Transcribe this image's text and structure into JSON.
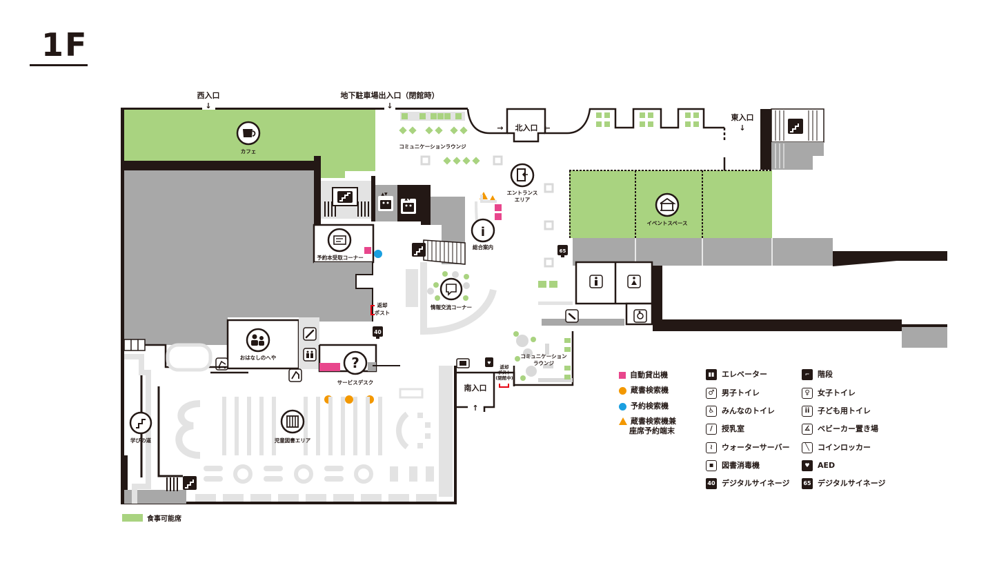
{
  "title": "1F",
  "entrances": {
    "west": "西入口",
    "parking": "地下駐車場出入口（閉館時）",
    "north": "北入口",
    "east": "東入口",
    "south": "南入口"
  },
  "areas": {
    "cafe": "カフェ",
    "community_lounge_top": "コミュニケーションラウンジ",
    "entrance_area_1": "エントランス",
    "entrance_area_2": "エリア",
    "event_space": "イベントスペース",
    "general_info": "総合案内",
    "reserved_pickup": "予約本受取コーナー",
    "info_exchange": "情報交流コーナー",
    "return_post_1": "返却",
    "return_post_2": "ポスト",
    "storytelling_room": "おはなしのへや",
    "service_desk": "サービスデスク",
    "children_books": "児童図書エリア",
    "learning_road": "学びの道",
    "community_lounge_right_1": "コミュニケーション",
    "community_lounge_right_2": "ラウンジ",
    "closed_post_1": "返却",
    "closed_post_2": "ポスト",
    "closed_post_3": "(閉館中)",
    "signage_40": "40",
    "signage_65": "65"
  },
  "legend": {
    "markers": [
      {
        "label": "自動貸出機",
        "color": "#e8468c",
        "shape": "square"
      },
      {
        "label": "蔵書検索機",
        "color": "#f39800",
        "shape": "circle"
      },
      {
        "label": "予約検索機",
        "color": "#1a9fe0",
        "shape": "circle"
      },
      {
        "label": "蔵書検索機兼",
        "label2": "座席予約端末",
        "color": "#f39800",
        "shape": "triangle"
      }
    ],
    "icons_left": [
      {
        "label": "エレベーター",
        "icon": "elevator-icon"
      },
      {
        "label": "男子トイレ",
        "icon": "mens-toilet-icon"
      },
      {
        "label": "みんなのトイレ",
        "icon": "accessible-toilet-icon"
      },
      {
        "label": "授乳室",
        "icon": "nursing-room-icon"
      },
      {
        "label": "ウォーターサーバー",
        "icon": "water-server-icon"
      },
      {
        "label": "図書消毒機",
        "icon": "book-sanitizer-icon"
      },
      {
        "label": "デジタルサイネージ",
        "icon": "digital-signage-40-icon",
        "badge": "40"
      }
    ],
    "icons_right": [
      {
        "label": "階段",
        "icon": "stairs-icon"
      },
      {
        "label": "女子トイレ",
        "icon": "womens-toilet-icon"
      },
      {
        "label": "子ども用トイレ",
        "icon": "kids-toilet-icon"
      },
      {
        "label": "ベビーカー置き場",
        "icon": "stroller-parking-icon"
      },
      {
        "label": "コインロッカー",
        "icon": "coin-locker-icon"
      },
      {
        "label": "AED",
        "icon": "aed-icon"
      },
      {
        "label": "デジタルサイネージ",
        "icon": "digital-signage-65-icon",
        "badge": "65"
      }
    ],
    "food_area": "食事可能席"
  },
  "colors": {
    "dark": "#231815",
    "wall_gray": "#a8a8a8",
    "light_gray": "#e3e3e3",
    "green": "#a9d380",
    "pink": "#e8468c",
    "orange": "#f39800",
    "blue": "#1a9fe0"
  }
}
